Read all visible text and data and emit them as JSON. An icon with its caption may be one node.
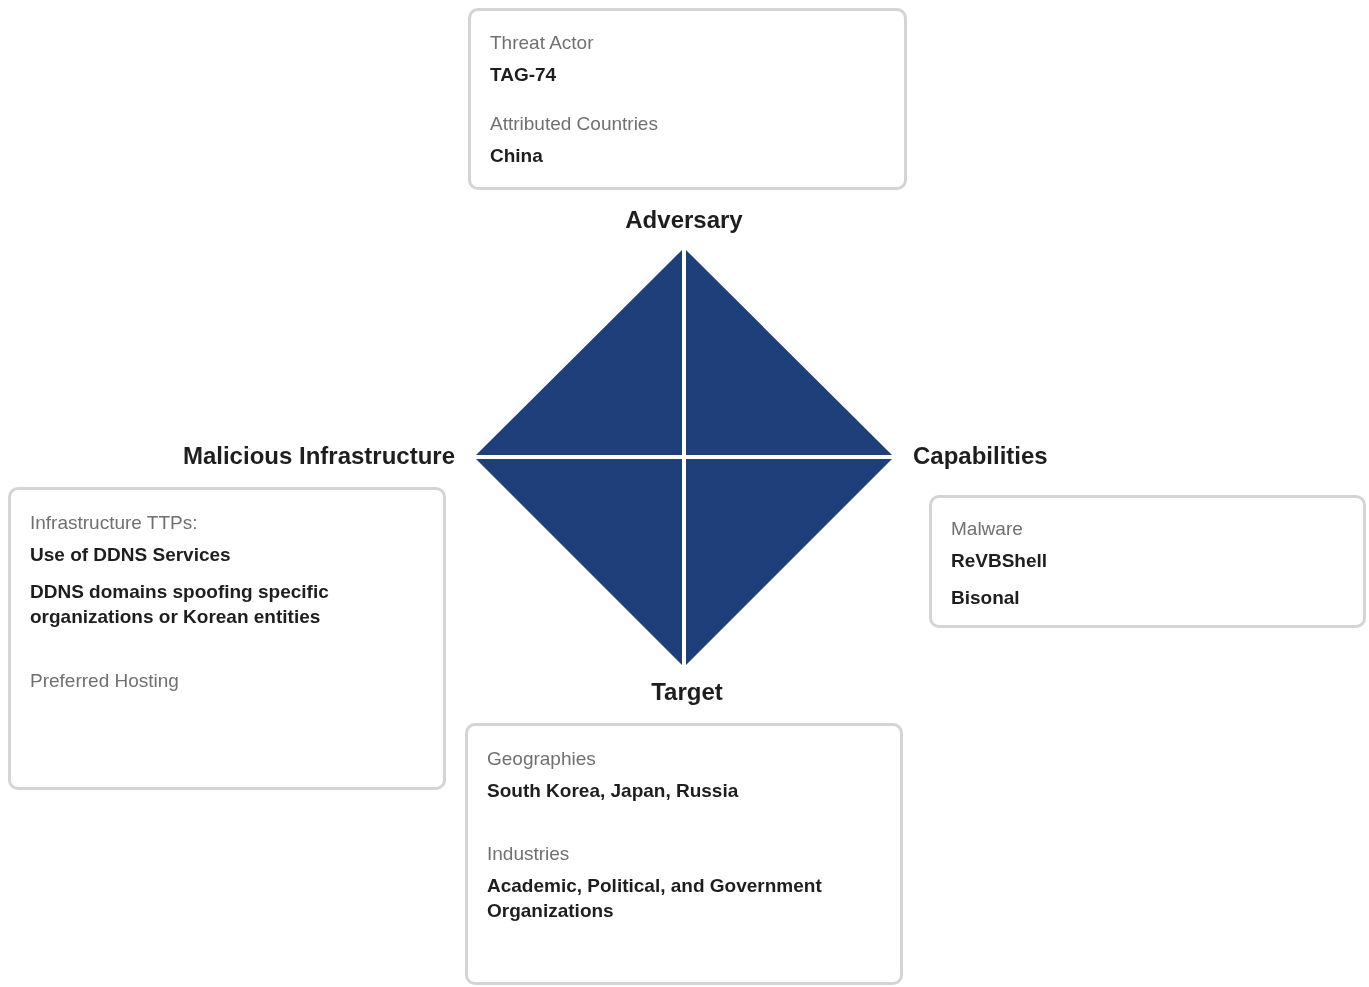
{
  "diagram": {
    "nodes": [
      {
        "text": [
          "Threat Actor",
          "TAG-74",
          "Attributed Countries",
          "China"
        ]
      },
      {
        "text": [
          "Infrastructure TTPs:",
          "Use of DDNS Services",
          "DDNS domains spoofing specific organizations or Korean entities",
          "Preferred Hosting"
        ]
      },
      {
        "text": [
          "Malware",
          "ReVBShell",
          "Bisonal"
        ]
      },
      {
        "text": [
          "Geographies",
          "South Korea, Japan, Russia",
          "Industries",
          "Academic, Political, and Government Organizations"
        ]
      }
    ],
    "labels": [
      "Adversary",
      "Malicious Infrastructure",
      "Capabilities",
      "Target"
    ]
  }
}
